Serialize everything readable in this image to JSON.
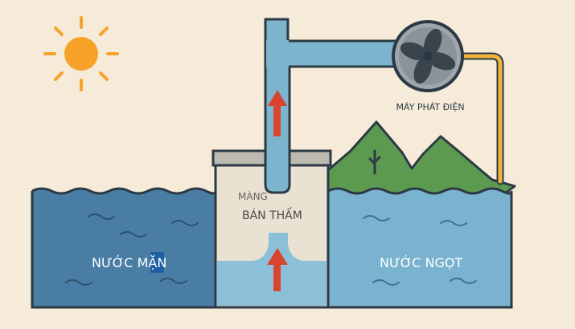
{
  "labels": {
    "generator": "MÁY PHÁT ĐIỆN",
    "membrane_line1": "MÀNG",
    "membrane_line2": "BÁN THẤM",
    "salt_water_prefix": "NƯỚC MẶ",
    "salt_water_highlight": "N",
    "fresh_water": "NƯỚC NGỌT"
  },
  "icons": {
    "sun": "sun-icon",
    "turbine": "fan-turbine-icon",
    "flow_arrow": "up-arrow-icon",
    "tree": "tree-icon"
  },
  "colors": {
    "background": "#f6ead8",
    "salt_water": "#4a7da3",
    "fresh_water": "#7ab3cf",
    "chamber": "#e9e2d2",
    "pipe": "#7db5cf",
    "outline": "#2c3a46",
    "arrow": "#d9442e",
    "sun": "#f7a32a",
    "hill": "#5c9a4f",
    "wire": "#f0b43a",
    "selection": "#1f5fa3"
  }
}
